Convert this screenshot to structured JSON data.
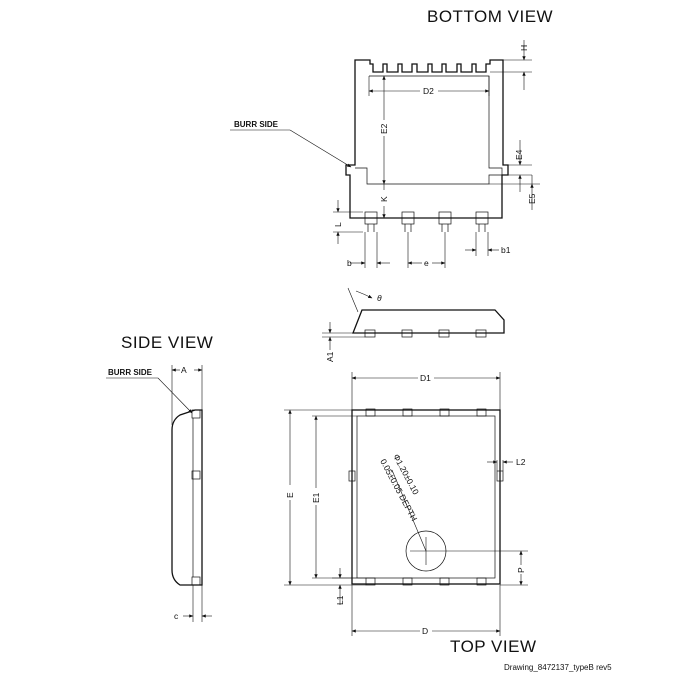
{
  "views": {
    "bottom": "BOTTOM VIEW",
    "side": "SIDE VIEW",
    "top": "TOP VIEW"
  },
  "notes": {
    "burr_side": "BURR SIDE",
    "hole_diameter": "Φ1.20±0.10",
    "hole_depth": "0.05±0.05 DEPTH"
  },
  "dims": {
    "H": "H",
    "D2": "D2",
    "E2": "E2",
    "E4": "E4",
    "E5": "E5",
    "K": "K",
    "L": "L",
    "b": "b",
    "e": "e",
    "b1": "b1",
    "theta": "θ",
    "A1": "A1",
    "A": "A",
    "c": "c",
    "D1": "D1",
    "L2": "L2",
    "E": "E",
    "E1": "E1",
    "P": "P",
    "L1": "L1",
    "D": "D"
  },
  "footer": "Drawing_8472137_typeB rev5"
}
